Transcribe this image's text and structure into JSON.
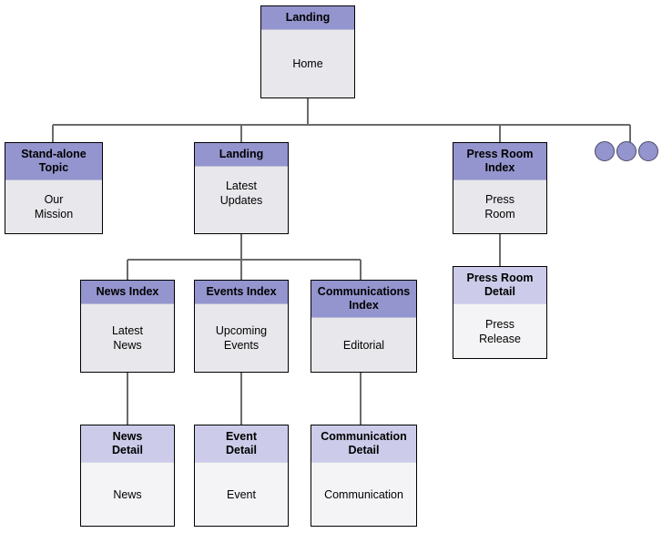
{
  "diagram": {
    "title": "Site Map Diagram",
    "type": "tree",
    "colors": {
      "header_primary": "#9494ce",
      "header_secondary": "#ccccea",
      "body_primary": "#e8e8ec",
      "body_secondary": "#f4f4f6",
      "border": "#000000",
      "connector": "#6b6b6b",
      "circle_fill": "#9494ce",
      "circle_border": "#4a4a6a"
    }
  },
  "nodes": {
    "root": {
      "header": "Landing",
      "body": "Home"
    },
    "standalone": {
      "header": "Stand-alone\nTopic",
      "body": "Our\nMission"
    },
    "landing2": {
      "header": "Landing",
      "body": "Latest\nUpdates"
    },
    "press_room_index": {
      "header": "Press Room\nIndex",
      "body": "Press\nRoom"
    },
    "press_room_detail": {
      "header": "Press Room\nDetail",
      "body": "Press\nRelease"
    },
    "news_index": {
      "header": "News Index",
      "body": "Latest\nNews"
    },
    "events_index": {
      "header": "Events Index",
      "body": "Upcoming\nEvents"
    },
    "communications_index": {
      "header": "Communications\nIndex",
      "body": "Editorial"
    },
    "news_detail": {
      "header": "News\nDetail",
      "body": "News"
    },
    "event_detail": {
      "header": "Event\nDetail",
      "body": "Event"
    },
    "communication_detail": {
      "header": "Communication\nDetail",
      "body": "Communication"
    }
  },
  "ellipsis": {
    "label": "more-nodes-indicator",
    "count": 3
  }
}
